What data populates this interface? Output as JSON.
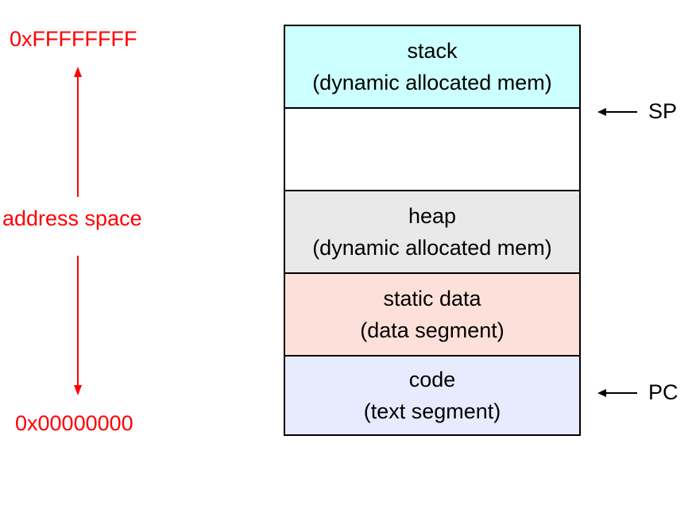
{
  "address": {
    "high": "0xFFFFFFFF",
    "label": "address space",
    "low": "0x00000000",
    "color": "#ff0000"
  },
  "segments": {
    "stack": {
      "name": "stack",
      "desc": "(dynamic allocated mem)",
      "color": "#ccffff"
    },
    "gap": {
      "color": "#ffffff"
    },
    "heap": {
      "name": "heap",
      "desc": "(dynamic allocated mem)",
      "color": "#e9e9e9"
    },
    "static": {
      "name": "static data",
      "desc": "(data segment)",
      "color": "#fde0d9"
    },
    "code": {
      "name": "code",
      "desc": "(text segment)",
      "color": "#e8eafd"
    }
  },
  "pointers": {
    "sp": "SP",
    "pc": "PC"
  }
}
